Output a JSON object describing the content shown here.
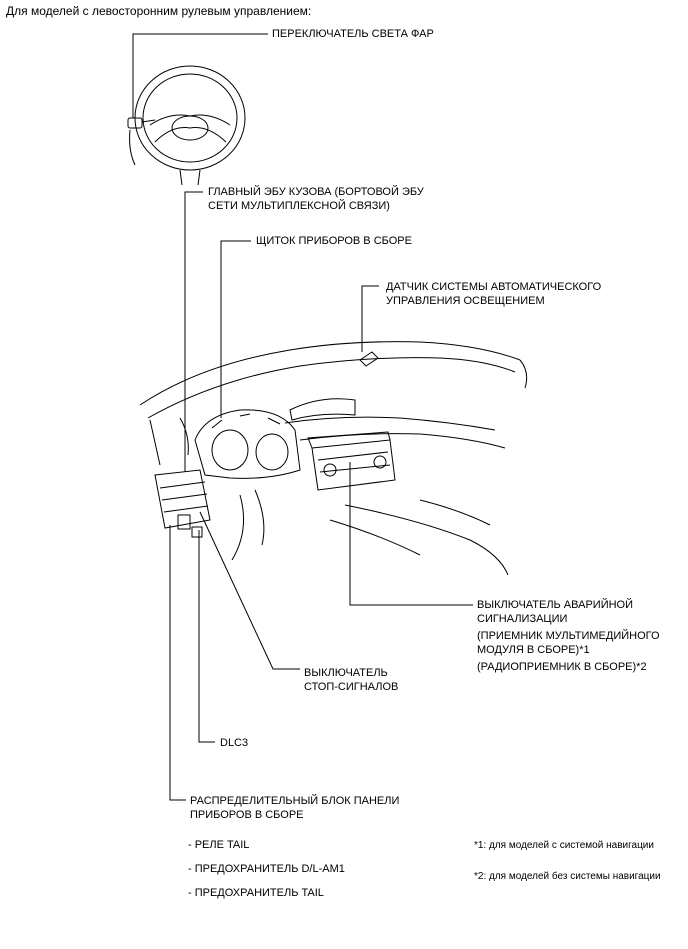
{
  "header": "Для моделей с левосторонним рулевым управлением:",
  "labels": {
    "headlight_switch": "ПЕРЕКЛЮЧАТЕЛЬ СВЕТА ФАР",
    "main_body_ecu_1": "ГЛАВНЫЙ ЭБУ КУЗОВА (БОРТОВОЙ ЭБУ",
    "main_body_ecu_2": "СЕТИ МУЛЬТИПЛЕКСНОЙ СВЯЗИ)",
    "combination_meter": "ЩИТОК ПРИБОРОВ В СБОРЕ",
    "light_sensor_1": "ДАТЧИК СИСТЕМЫ АВТОМАТИЧЕСКОГО",
    "light_sensor_2": "УПРАВЛЕНИЯ ОСВЕЩЕНИЕМ",
    "hazard_switch_1": "ВЫКЛЮЧАТЕЛЬ АВАРИЙНОЙ",
    "hazard_switch_2": "СИГНАЛИЗАЦИИ",
    "multimedia_1": "(ПРИЕМНИК МУЛЬТИМЕДИЙНОГО",
    "multimedia_2": "МОДУЛЯ В СБОРЕ)*1",
    "radio": "(РАДИОПРИЕМНИК В СБОРЕ)*2",
    "stop_switch_1": "ВЫКЛЮЧАТЕЛЬ",
    "stop_switch_2": "СТОП-СИГНАЛОВ",
    "dlc3": "DLC3",
    "junction_block_1": "РАСПРЕДЕЛИТЕЛЬНЫЙ БЛОК ПАНЕЛИ",
    "junction_block_2": "ПРИБОРОВ В СБОРЕ"
  },
  "junction_items": [
    "- РЕЛЕ TAIL",
    "- ПРЕДОХРАНИТЕЛЬ D/L-AM1",
    "- ПРЕДОХРАНИТЕЛЬ TAIL"
  ],
  "notes": [
    "*1: для моделей с системой навигации",
    "*2: для моделей без системы навигации"
  ]
}
